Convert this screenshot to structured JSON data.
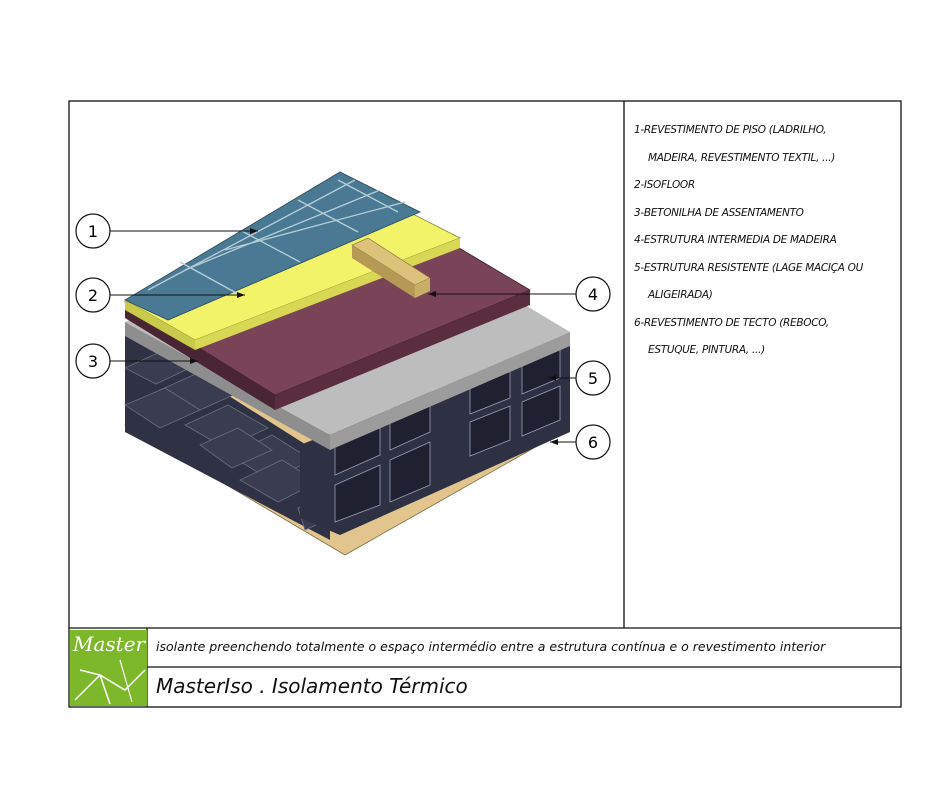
{
  "legend": {
    "line1": "1-REVESTIMENTO DE PISO (LADRILHO,",
    "line2": "MADEIRA, REVESTIMENTO TEXTIL, ...)",
    "line3": "2-ISOFLOOR",
    "line4": "3-BETONILHA DE ASSENTAMENTO",
    "line5": "4-ESTRUTURA INTERMEDIA DE MADEIRA",
    "line6": "5-ESTRUTURA RESISTENTE (LAGE MACIÇA OU",
    "line7": "ALIGEIRADA)",
    "line8": "6-REVESTIMENTO DE TECTO (REBOCO,",
    "line9": "ESTUQUE, PINTURA, ...)"
  },
  "callouts": [
    "1",
    "2",
    "3",
    "4",
    "5",
    "6"
  ],
  "caption": "isolante preenchendo totalmente o espaço intermédio entre a estrutura contínua e o revestimento interior",
  "title": "MasterIso . Isolamento Térmico",
  "logo": {
    "word": "Master"
  },
  "colors": {
    "tile": "#4a7a93",
    "tile_grid": "#b9cdd8",
    "isofloor": "#f3f36a",
    "screed": "#7a4458",
    "slab": "#bdbdbd",
    "slab_side": "#8e8e8e",
    "blocks": "#3a3c52",
    "ceiling": "#e2c58c",
    "timber": "#dcc27a",
    "logo": "#7cb82a"
  }
}
